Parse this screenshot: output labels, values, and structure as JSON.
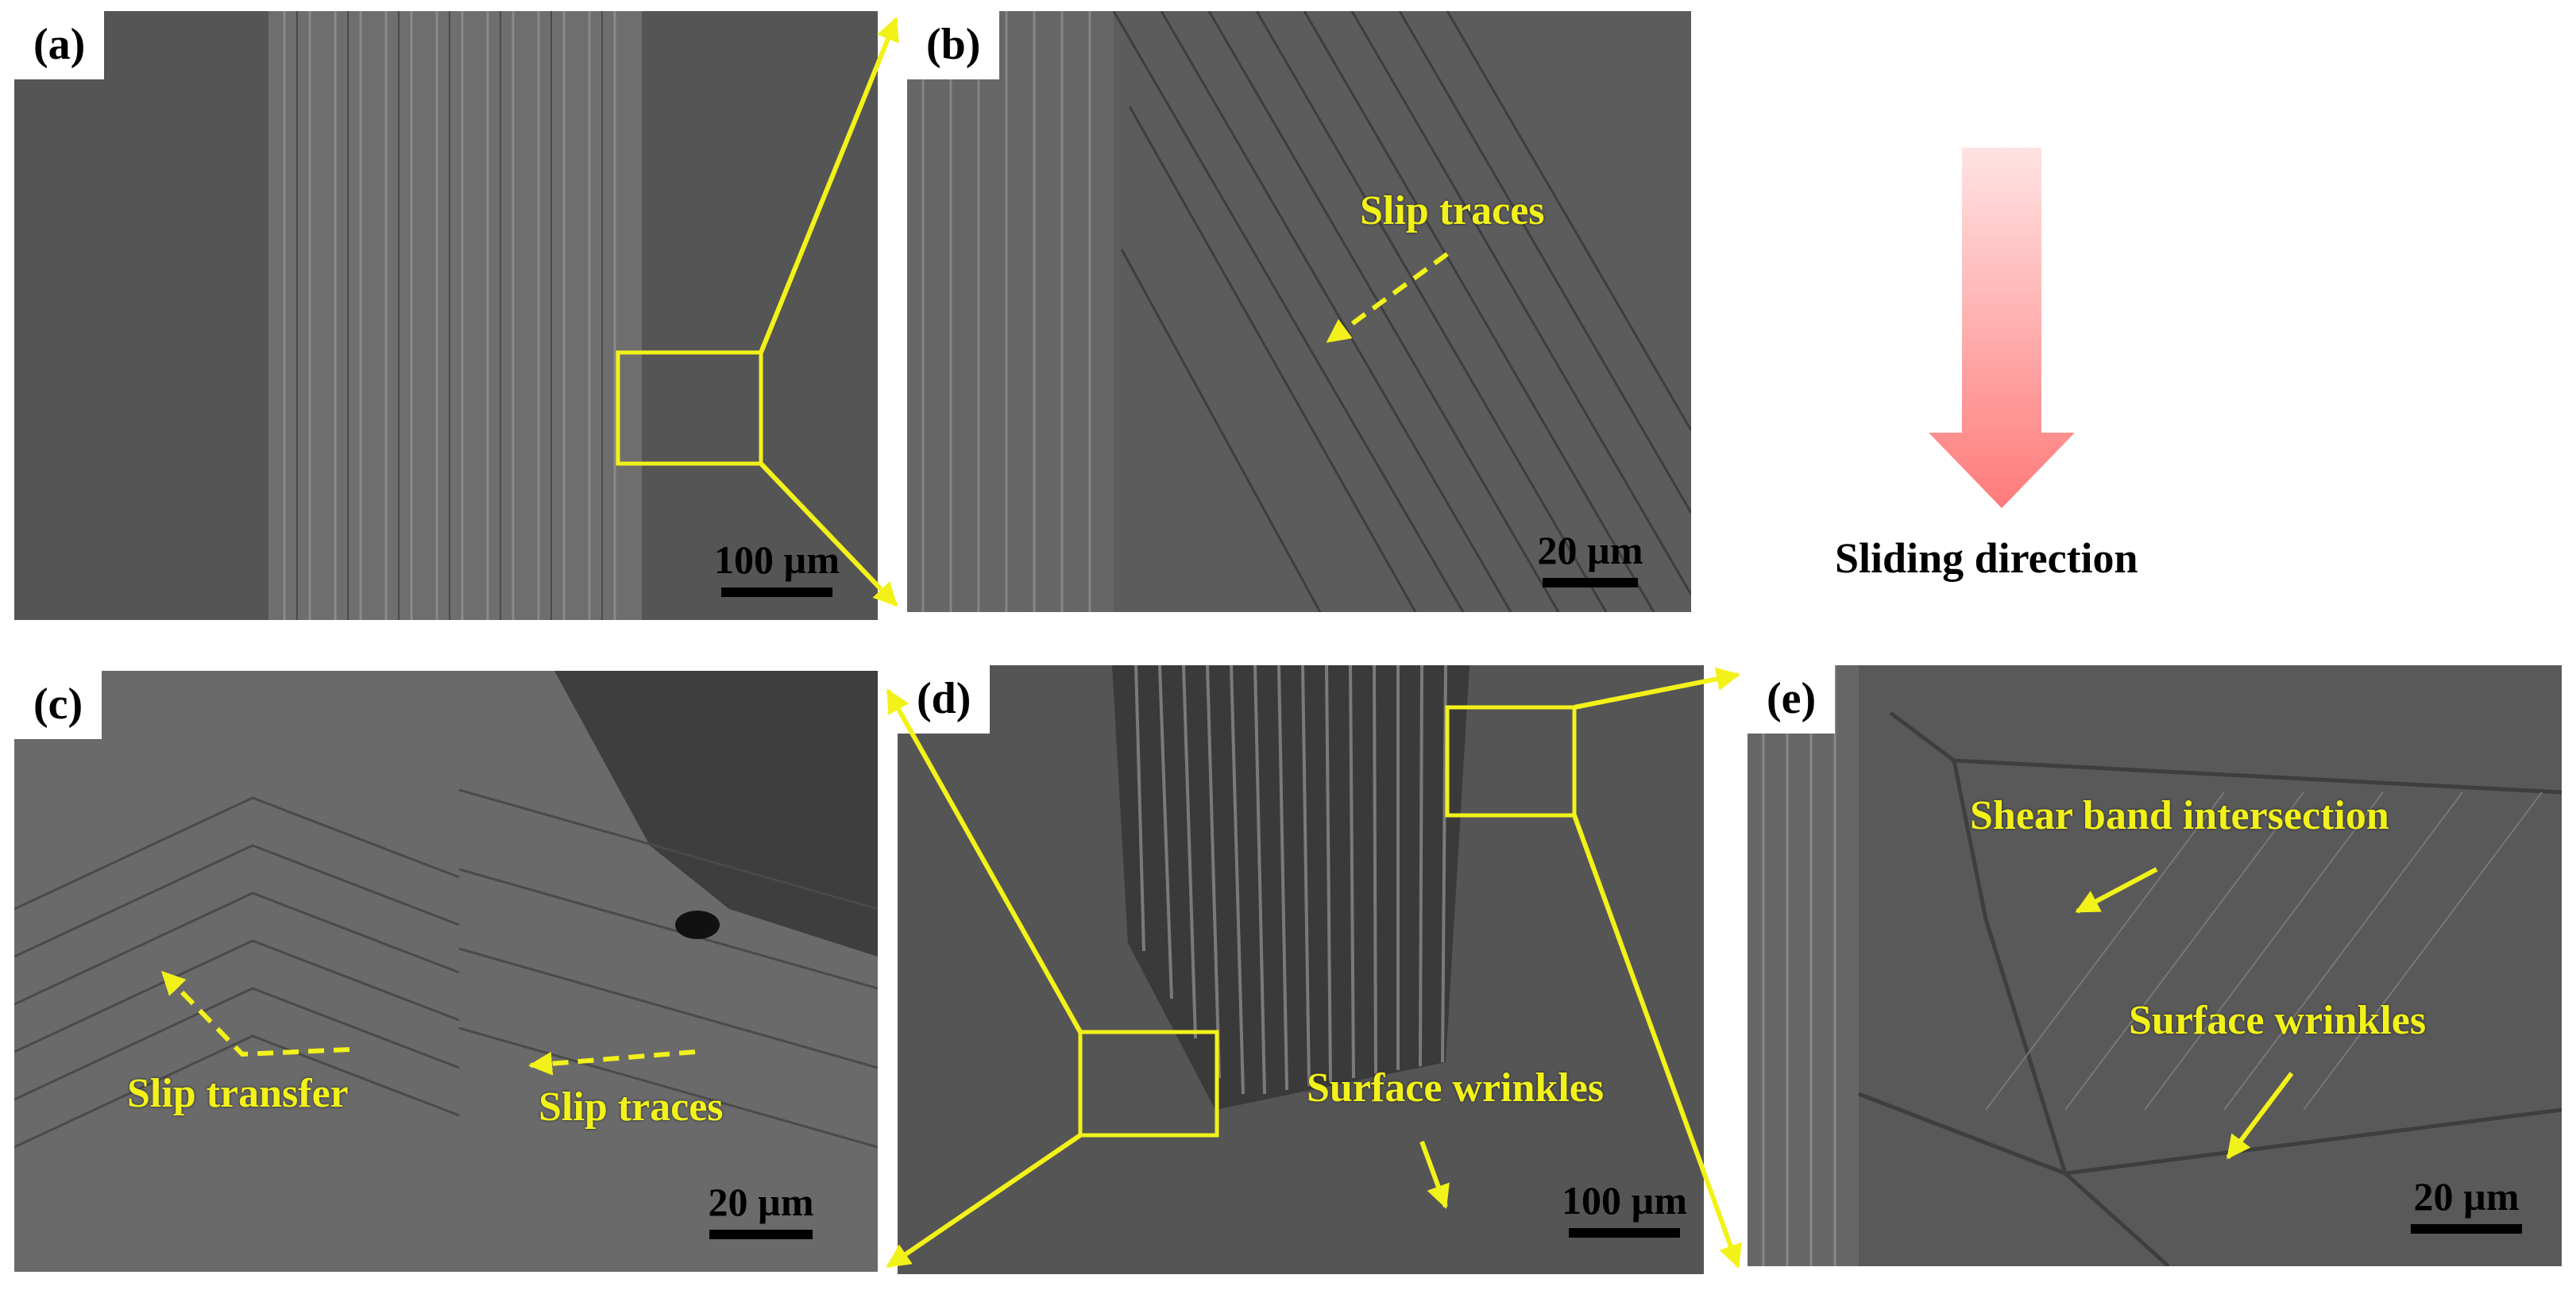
{
  "panels": {
    "a": {
      "label": "(a)",
      "scale": "100 µm"
    },
    "b": {
      "label": "(b)",
      "scale": "20 µm",
      "annotation": "Slip traces"
    },
    "c": {
      "label": "(c)",
      "scale": "20 µm",
      "annotation_transfer": "Slip transfer",
      "annotation_traces": "Slip traces"
    },
    "d": {
      "label": "(d)",
      "scale": "100 µm",
      "annotation": "Surface wrinkles"
    },
    "e": {
      "label": "(e)",
      "scale": "20 µm",
      "annotation_shear": "Shear band intersection",
      "annotation_wrinkles": "Surface wrinkles"
    }
  },
  "legend": {
    "sliding_direction": "Sliding direction"
  },
  "colors": {
    "annotation": "#f2f21a",
    "arrow_gradient_top": "#ffe3e3",
    "arrow_gradient_bottom": "#ff7a7a"
  }
}
